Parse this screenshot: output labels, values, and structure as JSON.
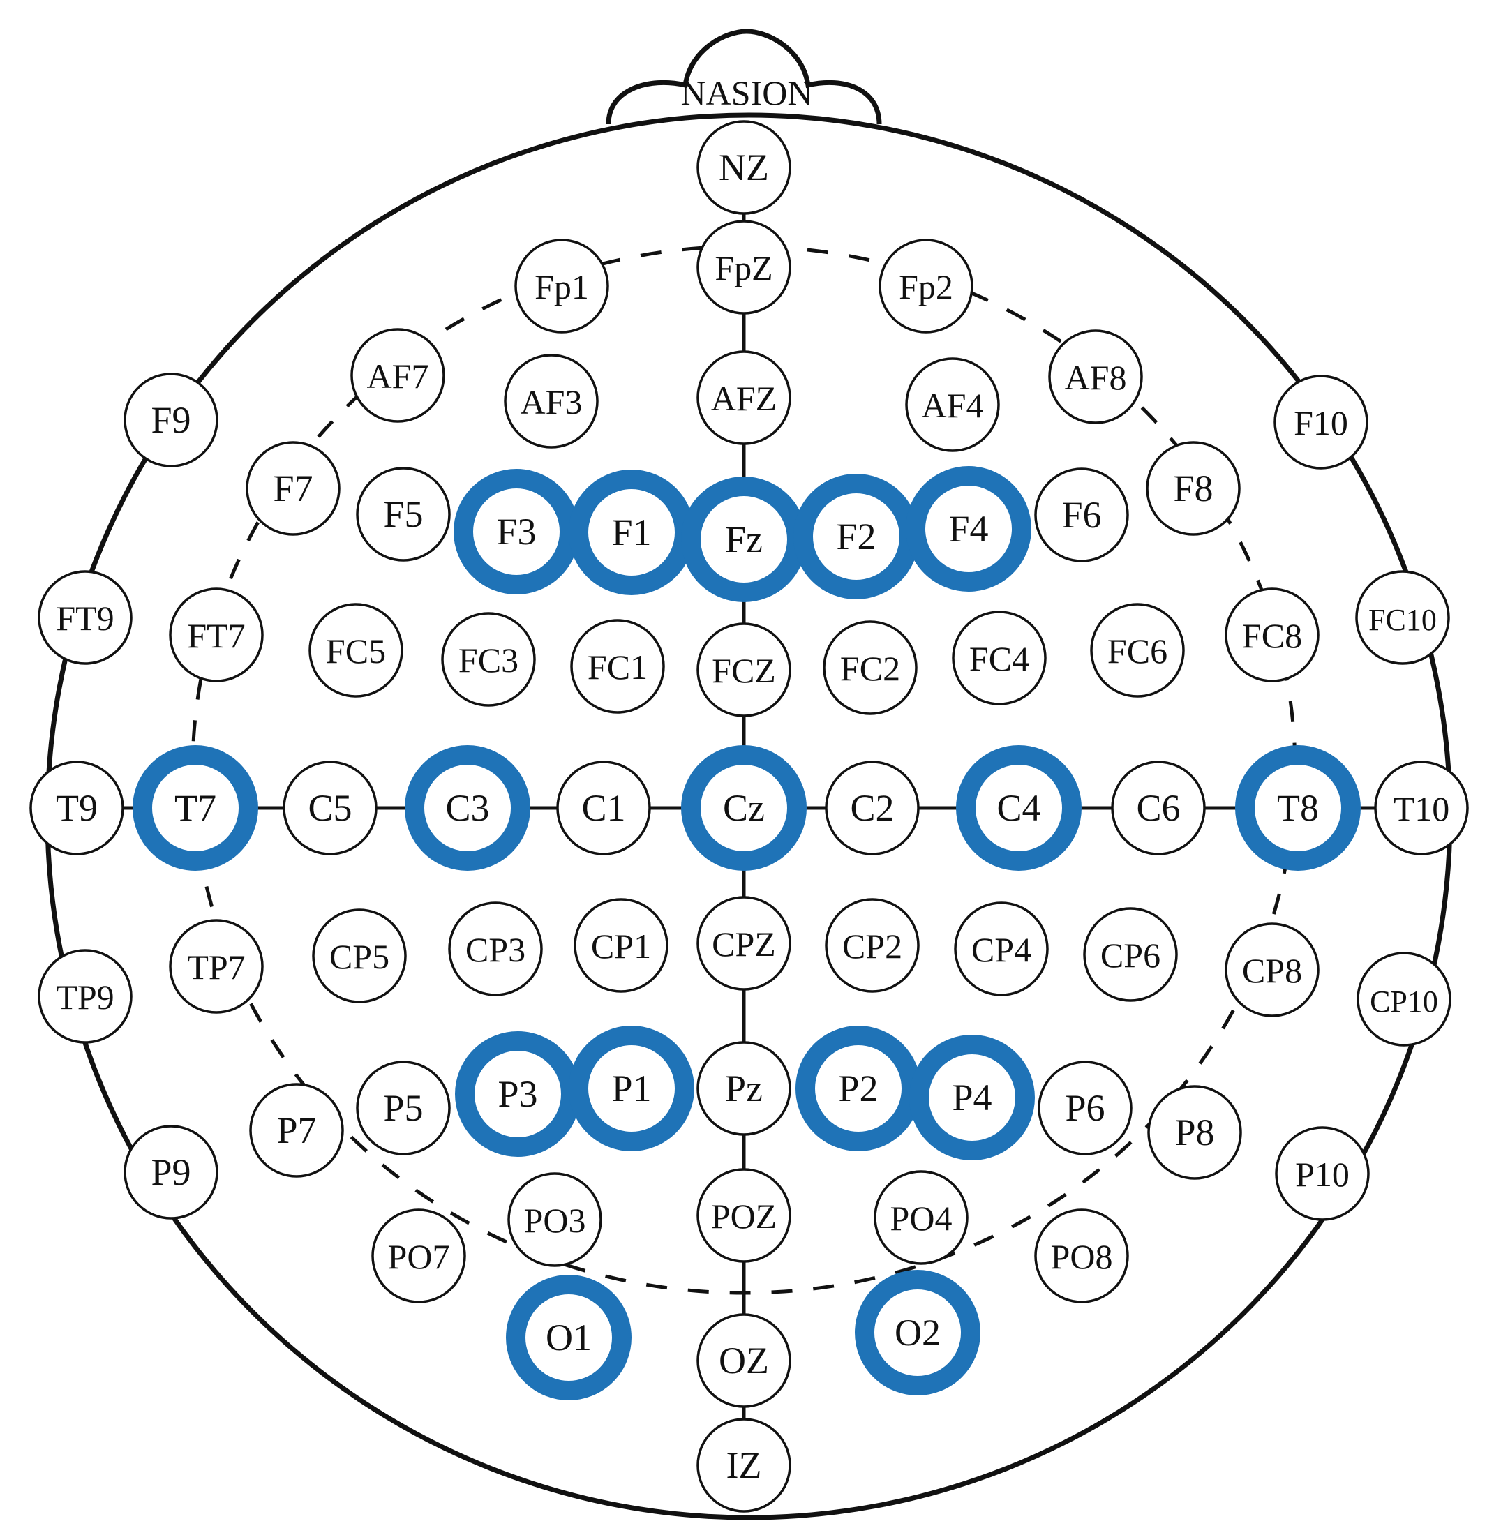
{
  "landmark": {
    "label": "NASION"
  },
  "colors": {
    "highlight": "#1f73b7",
    "outline": "#111111",
    "background": "#ffffff"
  },
  "electrodes": [
    {
      "label": "NZ",
      "highlighted": false
    },
    {
      "label": "FpZ",
      "highlighted": false
    },
    {
      "label": "Fp1",
      "highlighted": false
    },
    {
      "label": "Fp2",
      "highlighted": false
    },
    {
      "label": "AF7",
      "highlighted": false
    },
    {
      "label": "AF3",
      "highlighted": false
    },
    {
      "label": "AFZ",
      "highlighted": false
    },
    {
      "label": "AF4",
      "highlighted": false
    },
    {
      "label": "AF8",
      "highlighted": false
    },
    {
      "label": "F9",
      "highlighted": false
    },
    {
      "label": "F10",
      "highlighted": false
    },
    {
      "label": "F7",
      "highlighted": false
    },
    {
      "label": "F5",
      "highlighted": false
    },
    {
      "label": "F3",
      "highlighted": true
    },
    {
      "label": "F1",
      "highlighted": true
    },
    {
      "label": "Fz",
      "highlighted": true
    },
    {
      "label": "F2",
      "highlighted": true
    },
    {
      "label": "F4",
      "highlighted": true
    },
    {
      "label": "F6",
      "highlighted": false
    },
    {
      "label": "F8",
      "highlighted": false
    },
    {
      "label": "FT9",
      "highlighted": false
    },
    {
      "label": "FT7",
      "highlighted": false
    },
    {
      "label": "FC5",
      "highlighted": false
    },
    {
      "label": "FC3",
      "highlighted": false
    },
    {
      "label": "FC1",
      "highlighted": false
    },
    {
      "label": "FCZ",
      "highlighted": false
    },
    {
      "label": "FC2",
      "highlighted": false
    },
    {
      "label": "FC4",
      "highlighted": false
    },
    {
      "label": "FC6",
      "highlighted": false
    },
    {
      "label": "FC8",
      "highlighted": false
    },
    {
      "label": "FC10",
      "highlighted": false
    },
    {
      "label": "T9",
      "highlighted": false
    },
    {
      "label": "T7",
      "highlighted": true
    },
    {
      "label": "C5",
      "highlighted": false
    },
    {
      "label": "C3",
      "highlighted": true
    },
    {
      "label": "C1",
      "highlighted": false
    },
    {
      "label": "Cz",
      "highlighted": true
    },
    {
      "label": "C2",
      "highlighted": false
    },
    {
      "label": "C4",
      "highlighted": true
    },
    {
      "label": "C6",
      "highlighted": false
    },
    {
      "label": "T8",
      "highlighted": true
    },
    {
      "label": "T10",
      "highlighted": false
    },
    {
      "label": "TP9",
      "highlighted": false
    },
    {
      "label": "TP7",
      "highlighted": false
    },
    {
      "label": "CP5",
      "highlighted": false
    },
    {
      "label": "CP3",
      "highlighted": false
    },
    {
      "label": "CP1",
      "highlighted": false
    },
    {
      "label": "CPZ",
      "highlighted": false
    },
    {
      "label": "CP2",
      "highlighted": false
    },
    {
      "label": "CP4",
      "highlighted": false
    },
    {
      "label": "CP6",
      "highlighted": false
    },
    {
      "label": "CP8",
      "highlighted": false
    },
    {
      "label": "CP10",
      "highlighted": false
    },
    {
      "label": "P9",
      "highlighted": false
    },
    {
      "label": "P7",
      "highlighted": false
    },
    {
      "label": "P5",
      "highlighted": false
    },
    {
      "label": "P3",
      "highlighted": true
    },
    {
      "label": "P1",
      "highlighted": true
    },
    {
      "label": "Pz",
      "highlighted": false
    },
    {
      "label": "P2",
      "highlighted": true
    },
    {
      "label": "P4",
      "highlighted": true
    },
    {
      "label": "P6",
      "highlighted": false
    },
    {
      "label": "P8",
      "highlighted": false
    },
    {
      "label": "P10",
      "highlighted": false
    },
    {
      "label": "PO7",
      "highlighted": false
    },
    {
      "label": "PO3",
      "highlighted": false
    },
    {
      "label": "POZ",
      "highlighted": false
    },
    {
      "label": "PO4",
      "highlighted": false
    },
    {
      "label": "PO8",
      "highlighted": false
    },
    {
      "label": "O1",
      "highlighted": true
    },
    {
      "label": "OZ",
      "highlighted": false
    },
    {
      "label": "O2",
      "highlighted": true
    },
    {
      "label": "IZ",
      "highlighted": false
    }
  ]
}
